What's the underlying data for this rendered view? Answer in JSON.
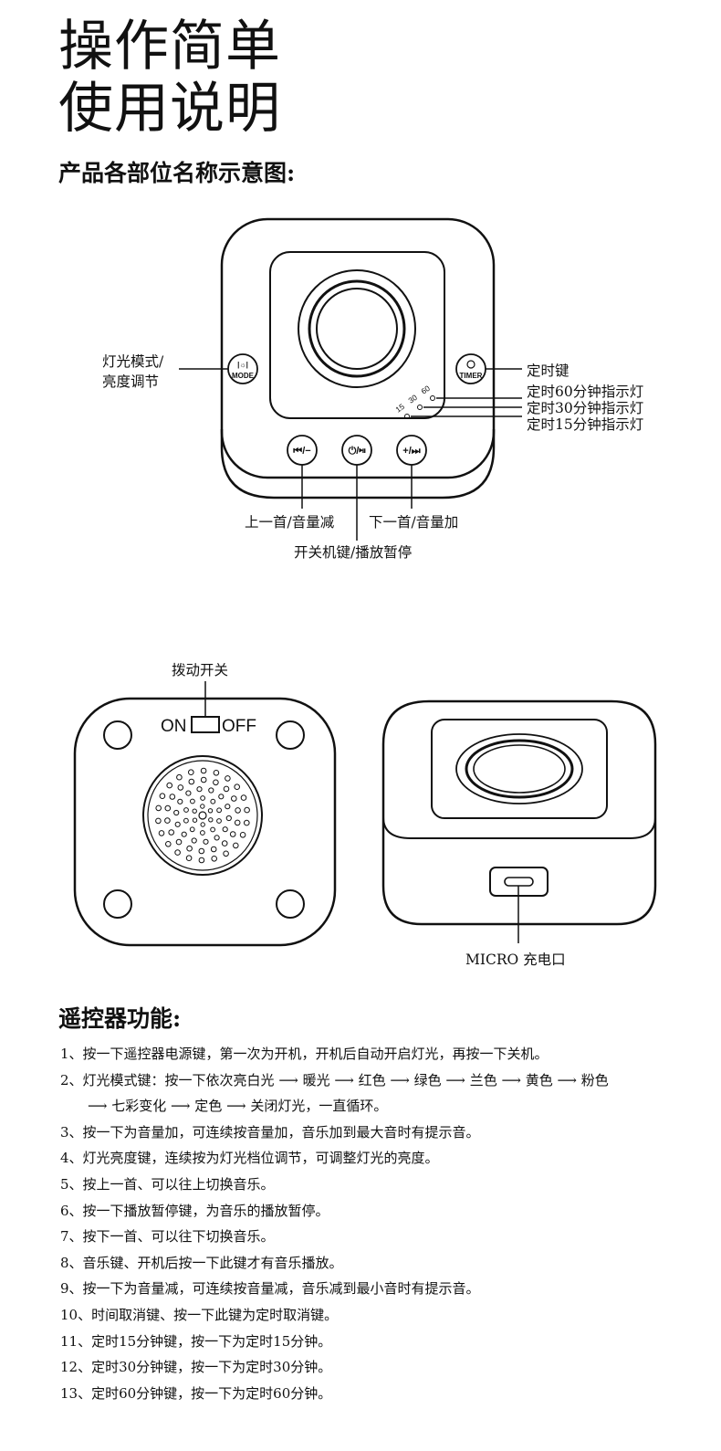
{
  "title_line1": "操作简单",
  "title_line2": "使用说明",
  "parts_heading": "产品各部位名称示意图:",
  "front_labels": {
    "light_mode_line1": "灯光模式/",
    "light_mode_line2": "亮度调节",
    "timer_key": "定时键",
    "timer60": "定时60分钟指示灯",
    "timer30": "定时30分钟指示灯",
    "timer15": "定时15分钟指示灯",
    "prev_vol_down": "上一首/音量减",
    "next_vol_up": "下一首/音量加",
    "power_play": "开关机键/播放暂停",
    "mode_button": "MODE",
    "timer_button": "TIMER",
    "prev_button": "⏮/−",
    "play_button": "⏻/⏯",
    "next_button": "+/⏭",
    "ind_15": "15",
    "ind_30": "30",
    "ind_60": "60"
  },
  "bottom_labels": {
    "toggle_switch": "拨动开关",
    "on": "ON",
    "off": "OFF",
    "charge_port": "MICRO 充电口"
  },
  "remote_heading": "遥控器功能:",
  "functions": [
    "1、按一下遥控器电源键，第一次为开机，开机后自动开启灯光，再按一下关机。",
    "2、灯光模式键：按一下依次亮白光 ⟶ 暖光 ⟶ 红色 ⟶ 绿色 ⟶ 兰色 ⟶ 黄色 ⟶ 粉色",
    "⟶ 七彩变化 ⟶ 定色 ⟶ 关闭灯光，一直循环。",
    "3、按一下为音量加，可连续按音量加，音乐加到最大音时有提示音。",
    "4、灯光亮度键，连续按为灯光档位调节，可调整灯光的亮度。",
    "5、按上一首、可以往上切换音乐。",
    "6、按一下播放暂停键，为音乐的播放暂停。",
    "7、按下一首、可以往下切换音乐。",
    "8、音乐键、开机后按一下此键才有音乐播放。",
    "9、按一下为音量减，可连续按音量减，音乐减到最小音时有提示音。",
    "10、时间取消键、按一下此键为定时取消键。",
    "11、定时15分钟键，按一下为定时15分钟。",
    "12、定时30分钟键，按一下为定时30分钟。",
    "13、定时60分钟键，按一下为定时60分钟。"
  ]
}
